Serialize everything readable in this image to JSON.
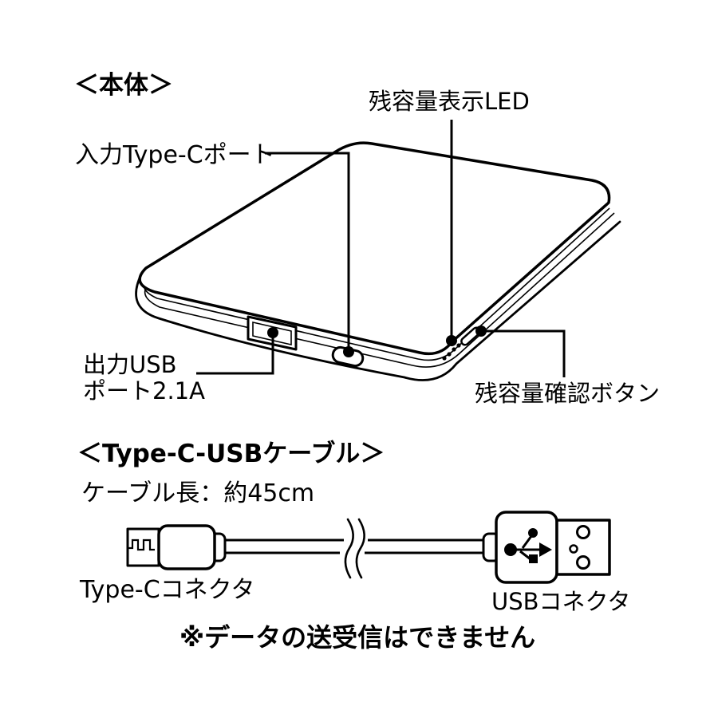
{
  "colors": {
    "ink": "#000000",
    "paper": "#ffffff"
  },
  "device_section": {
    "title": "＜本体＞",
    "labels": {
      "input_port": "入力Type-Cポート",
      "battery_led": "残容量表示LED",
      "output_port_line1": "出力USB",
      "output_port_line2": "ポート2.1A",
      "check_button": "残容量確認ボタン"
    }
  },
  "cable_section": {
    "title": "＜Type-C-USBケーブル＞",
    "cable_length": "ケーブル長：約45cm",
    "labels": {
      "type_c_connector": "Type-Cコネクタ",
      "usb_connector": "USBコネクタ"
    },
    "note": "※データの送受信はできません"
  }
}
